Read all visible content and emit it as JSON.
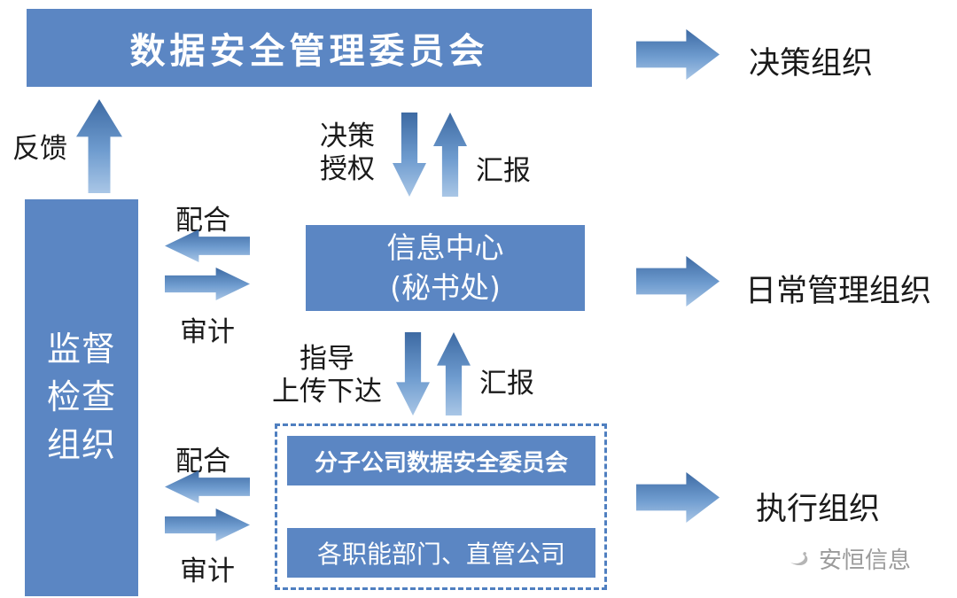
{
  "top": {
    "committee": "数据安全管理委员会",
    "arrow_label": "决策组织"
  },
  "feedback_label": "反馈",
  "supervision_box": {
    "line1": "监督",
    "line2": "检查",
    "line3": "组织"
  },
  "flow_top": {
    "label_line1": "决策",
    "label_line2": "授权",
    "report": "汇报"
  },
  "center": {
    "box_line1": "信息中心",
    "box_line2": "(秘书处)",
    "arrow_label": "日常管理组织"
  },
  "mid_links": {
    "cooperate": "配合",
    "audit": "审计"
  },
  "flow_mid": {
    "label_line1": "指导",
    "label_line2": "上传下达",
    "report": "汇报"
  },
  "bottom": {
    "sub_committee": "分子公司数据安全委员会",
    "departments": "各职能部门、直管公司",
    "arrow_label": "执行组织"
  },
  "bottom_links": {
    "cooperate": "配合",
    "audit": "审计"
  },
  "watermark": "安恒信息",
  "colors": {
    "box_blue": "#5b86c3",
    "arrow_top": "#3d6aa3",
    "arrow_mid": "#6f9ccf",
    "arrow_bottom": "#a9c6e6",
    "dashed_border": "#4f7fc0",
    "label_text": "#1a1a1a",
    "watermark_gray": "#9b9b9b"
  }
}
